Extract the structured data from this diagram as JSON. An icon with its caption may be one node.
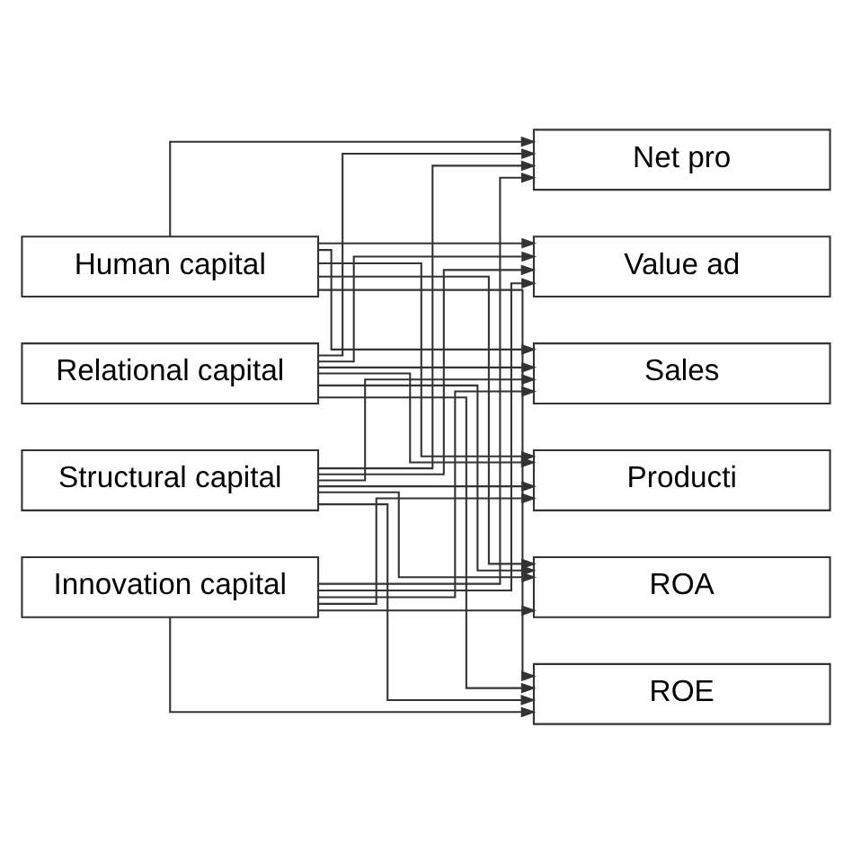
{
  "diagram": {
    "nodes": [
      {
        "text": [
          "Human capital"
        ]
      },
      {
        "text": [
          "Relational capital"
        ]
      },
      {
        "text": [
          "Structural capital"
        ]
      },
      {
        "text": [
          "Innovation capital"
        ]
      },
      {
        "text": [
          "Net pro"
        ]
      },
      {
        "text": [
          "Value ad"
        ]
      },
      {
        "text": [
          "Sales"
        ]
      },
      {
        "text": [
          "Producti"
        ]
      },
      {
        "text": [
          "ROA"
        ]
      },
      {
        "text": [
          "ROE"
        ]
      }
    ],
    "edges": [
      {
        "from": 0,
        "to": 4,
        "arrow": "to"
      },
      {
        "from": 0,
        "to": 5,
        "arrow": "to"
      },
      {
        "from": 0,
        "to": 6,
        "arrow": "to"
      },
      {
        "from": 0,
        "to": 7,
        "arrow": "to"
      },
      {
        "from": 0,
        "to": 8,
        "arrow": "to"
      },
      {
        "from": 0,
        "to": 9,
        "arrow": "to"
      },
      {
        "from": 1,
        "to": 4,
        "arrow": "to"
      },
      {
        "from": 1,
        "to": 5,
        "arrow": "to"
      },
      {
        "from": 1,
        "to": 6,
        "arrow": "to"
      },
      {
        "from": 1,
        "to": 7,
        "arrow": "to"
      },
      {
        "from": 1,
        "to": 8,
        "arrow": "to"
      },
      {
        "from": 1,
        "to": 9,
        "arrow": "to"
      },
      {
        "from": 2,
        "to": 4,
        "arrow": "to"
      },
      {
        "from": 2,
        "to": 5,
        "arrow": "to"
      },
      {
        "from": 2,
        "to": 6,
        "arrow": "to"
      },
      {
        "from": 2,
        "to": 7,
        "arrow": "to"
      },
      {
        "from": 2,
        "to": 8,
        "arrow": "to"
      },
      {
        "from": 2,
        "to": 9,
        "arrow": "to"
      },
      {
        "from": 3,
        "to": 4,
        "arrow": "to"
      },
      {
        "from": 3,
        "to": 5,
        "arrow": "to"
      },
      {
        "from": 3,
        "to": 6,
        "arrow": "to"
      },
      {
        "from": 3,
        "to": 7,
        "arrow": "to"
      },
      {
        "from": 3,
        "to": 8,
        "arrow": "to"
      },
      {
        "from": 3,
        "to": 9,
        "arrow": "to"
      }
    ]
  }
}
